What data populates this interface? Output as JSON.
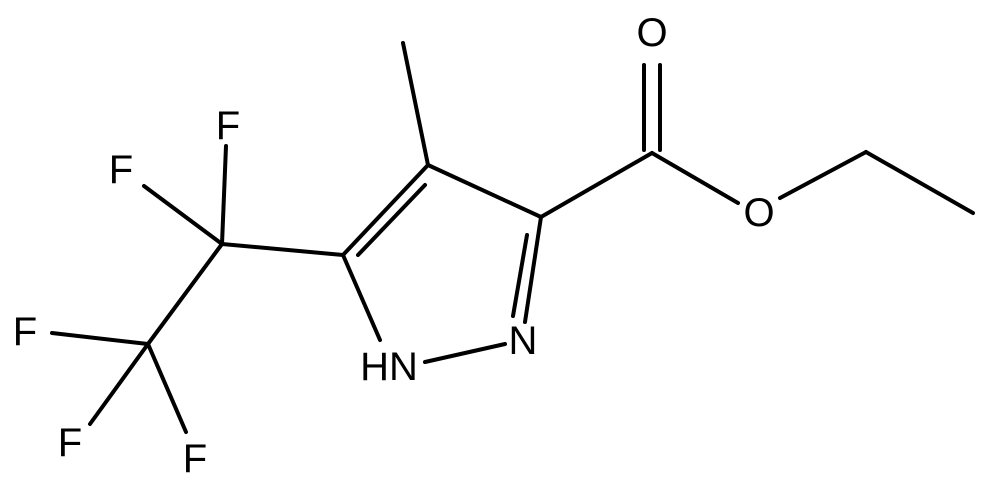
{
  "atoms": {
    "F1": "F",
    "F2": "F",
    "F3": "F",
    "F4": "F",
    "F5": "F",
    "NH": "HN",
    "N": "N",
    "O_carbonyl": "O",
    "O_ester": "O"
  },
  "colors": {
    "bond": "#000000",
    "text": "#000000",
    "background": "#ffffff"
  }
}
